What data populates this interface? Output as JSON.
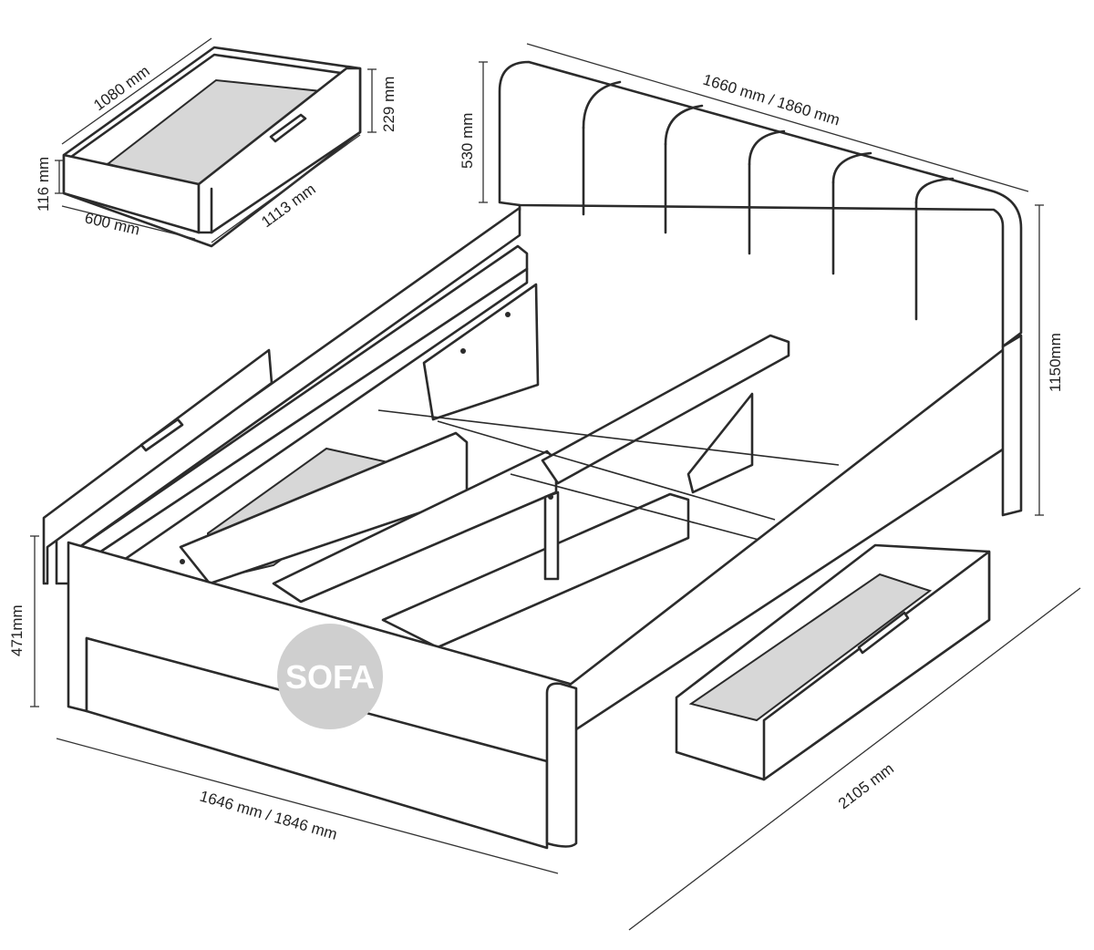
{
  "drawer": {
    "length": "1080 mm",
    "width": "600 mm",
    "outer_length": "1113 mm",
    "height": "116 mm",
    "height_total": "229 mm"
  },
  "bed": {
    "headboard_height": "530 mm",
    "headboard_width": "1660 mm / 1860 mm",
    "total_height": "1150mm",
    "frame_height": "471mm",
    "frame_width": "1646 mm / 1846 mm",
    "length": "2105 mm"
  },
  "logo": {
    "text": "SOFA"
  }
}
